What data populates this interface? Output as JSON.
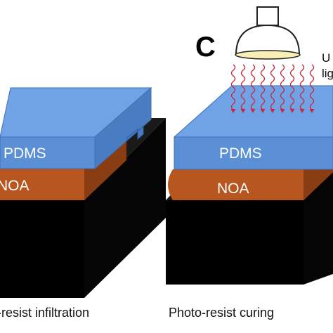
{
  "figure": {
    "panel_letter": "C",
    "light_label_line1": "U",
    "light_label_line2": "lig",
    "left_panel": {
      "top_layer_label": "PDMS",
      "middle_layer_label": "NOA",
      "caption": "-resist infiltration"
    },
    "right_panel": {
      "top_layer_label": "PDMS",
      "middle_layer_label": "NOA",
      "caption": "Photo-resist curing"
    }
  },
  "colors": {
    "pdms_front": "#5b8fd6",
    "pdms_top": "#6fa3e6",
    "noa": "#b8561f",
    "substrate": "#000000",
    "uv_rays": "#c8283c",
    "lamp_glow": "#f7efb6"
  }
}
